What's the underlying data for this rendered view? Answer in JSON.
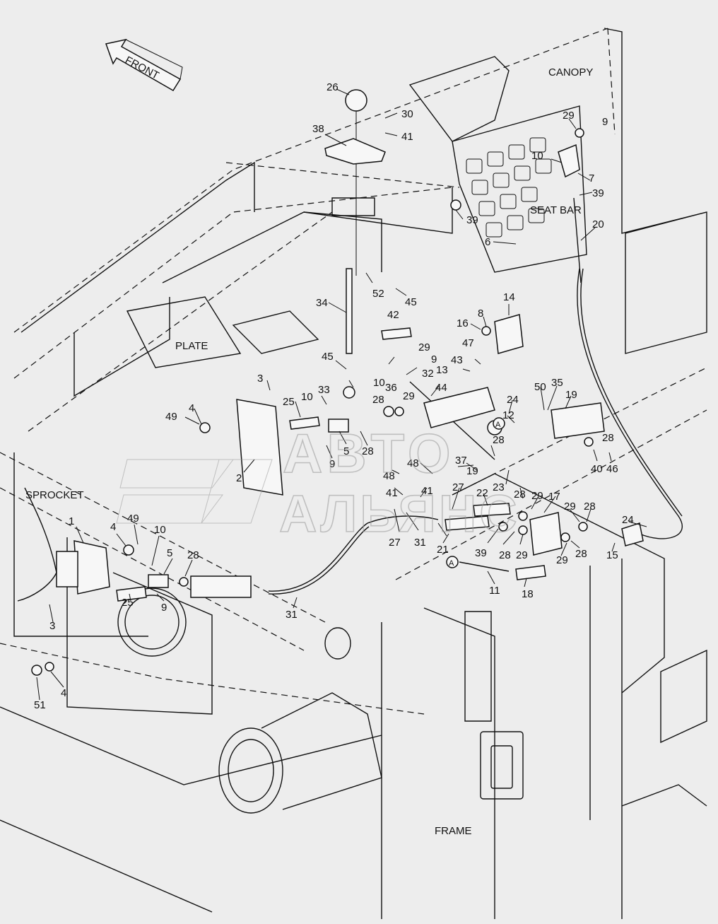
{
  "arrow": {
    "text": "FRONT"
  },
  "region_labels": [
    "CANOPY",
    "SEAT BAR",
    "PLATE",
    "SPROCKET",
    "FRAME"
  ],
  "callouts": [
    "26",
    "30",
    "41",
    "38",
    "39",
    "29",
    "9",
    "10",
    "7",
    "39",
    "20",
    "6",
    "34",
    "52",
    "45",
    "42",
    "14",
    "16",
    "8",
    "29",
    "9",
    "47",
    "45",
    "43",
    "13",
    "10",
    "32",
    "36",
    "33",
    "44",
    "3",
    "10",
    "25",
    "28",
    "29",
    "50",
    "35",
    "19",
    "24",
    "12",
    "49",
    "4",
    "5",
    "28",
    "28",
    "9",
    "2",
    "28",
    "37",
    "19",
    "48",
    "48",
    "41",
    "41",
    "27",
    "22",
    "23",
    "28",
    "29",
    "17",
    "40",
    "46",
    "1",
    "4",
    "49",
    "10",
    "5",
    "28",
    "25",
    "31",
    "27",
    "21",
    "39",
    "28",
    "29",
    "29",
    "28",
    "24",
    "15",
    "29",
    "28",
    "11",
    "18",
    "3",
    "9",
    "31",
    "51",
    "4"
  ],
  "section_markers": [
    "A",
    "A"
  ],
  "watermark": {
    "line1": "ABTO",
    "line2": "АЛЬЯНС"
  },
  "colors": {
    "background": "#ededed",
    "line": "#111111",
    "watermark": "#9a9a9a"
  }
}
